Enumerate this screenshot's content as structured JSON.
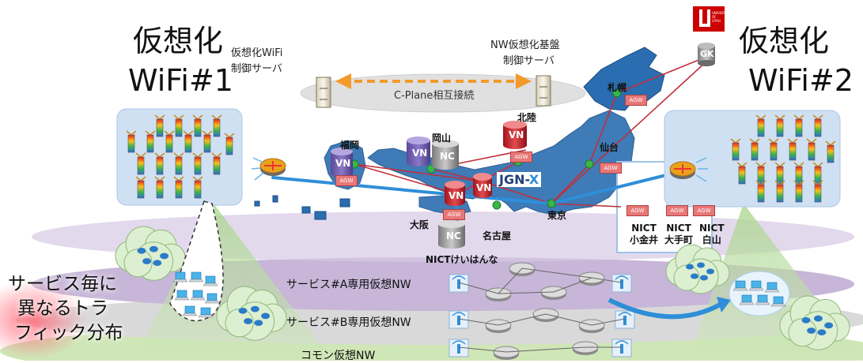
{
  "wifi1": {
    "title_line1": "仮想化",
    "title_line2": "WiFi#1",
    "server_label_line1": "仮想化WiFi",
    "server_label_line2": "制御サーバ"
  },
  "wifi2": {
    "title_line1": "仮想化",
    "title_line2": "WiFi#2"
  },
  "nw_server": {
    "label_line1": "NW仮想化基盤",
    "label_line2": "制御サーバ"
  },
  "cplane": {
    "label": "C-Plane相互接続"
  },
  "utah_logo": {
    "text": "UNIVERSITY OF UTAH",
    "letter": "U"
  },
  "gk": {
    "label": "GK"
  },
  "cities": {
    "sapporo": "札幌",
    "sendai": "仙台",
    "fukuoka": "福岡",
    "okayama": "岡山",
    "hokuriku": "北陸",
    "osaka": "大阪",
    "nagoya": "名古屋",
    "tokyo": "東京",
    "nict_keihanna": "NICTけいはんな"
  },
  "node_labels": {
    "vn": "VN",
    "nc": "NC",
    "agw": "AGW"
  },
  "jgnx": {
    "text_main": "JGN-",
    "text_x": "X"
  },
  "nict_sites": [
    {
      "line1": "NICT",
      "line2": "小金井"
    },
    {
      "line1": "NICT",
      "line2": "大手町"
    },
    {
      "line1": "NICT",
      "line2": "白山"
    }
  ],
  "layers": {
    "service_a": "サービス#A専用仮想NW",
    "service_b": "サービス#B専用仮想NW",
    "common": "コモン仮想NW"
  },
  "traffic_note": {
    "line1": "サービス毎に",
    "line2": "異なるトラ",
    "line3": "フィック分布"
  },
  "colors": {
    "layer_purple": "#c7b6d8",
    "layer_gray": "#d9d9d9",
    "layer_green": "#cfe6b6",
    "wifi_box": "#cfe0f3",
    "link_blue": "#2f8ed8",
    "link_red": "#c0303a",
    "japan_blue": "#2a6db0",
    "utah_red": "#cc0000",
    "arrow_orange": "#f39a2a"
  }
}
